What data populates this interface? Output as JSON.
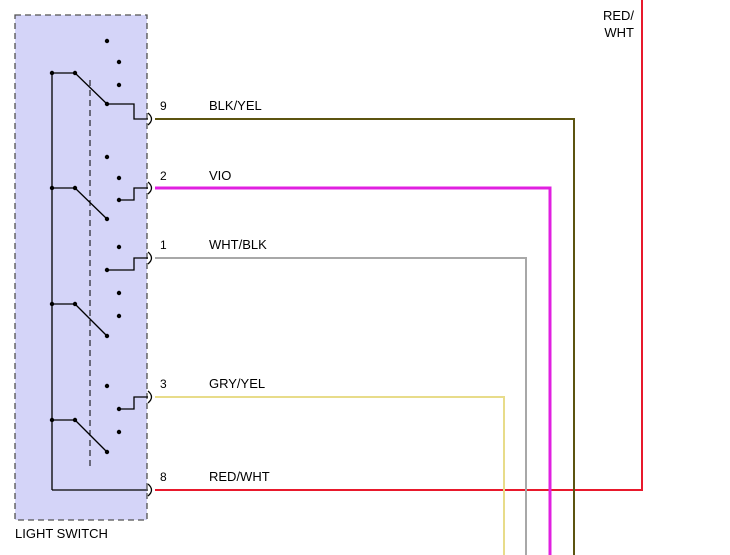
{
  "component": {
    "name": "LIGHT SWITCH"
  },
  "offpage": {
    "line1": "RED/",
    "line2": "WHT",
    "color": "#e8192c"
  },
  "wires": [
    {
      "pin": "9",
      "label": "BLK/YEL",
      "color": "#5c5410"
    },
    {
      "pin": "2",
      "label": "VIO",
      "color": "#e020e0"
    },
    {
      "pin": "1",
      "label": "WHT/BLK",
      "color": "#a8a8a8"
    },
    {
      "pin": "3",
      "label": "GRY/YEL",
      "color": "#e8dc8a"
    },
    {
      "pin": "8",
      "label": "RED/WHT",
      "color": "#e8192c"
    }
  ],
  "colors": {
    "switch_fill": "#d4d4f8",
    "switch_border": "#505050"
  }
}
